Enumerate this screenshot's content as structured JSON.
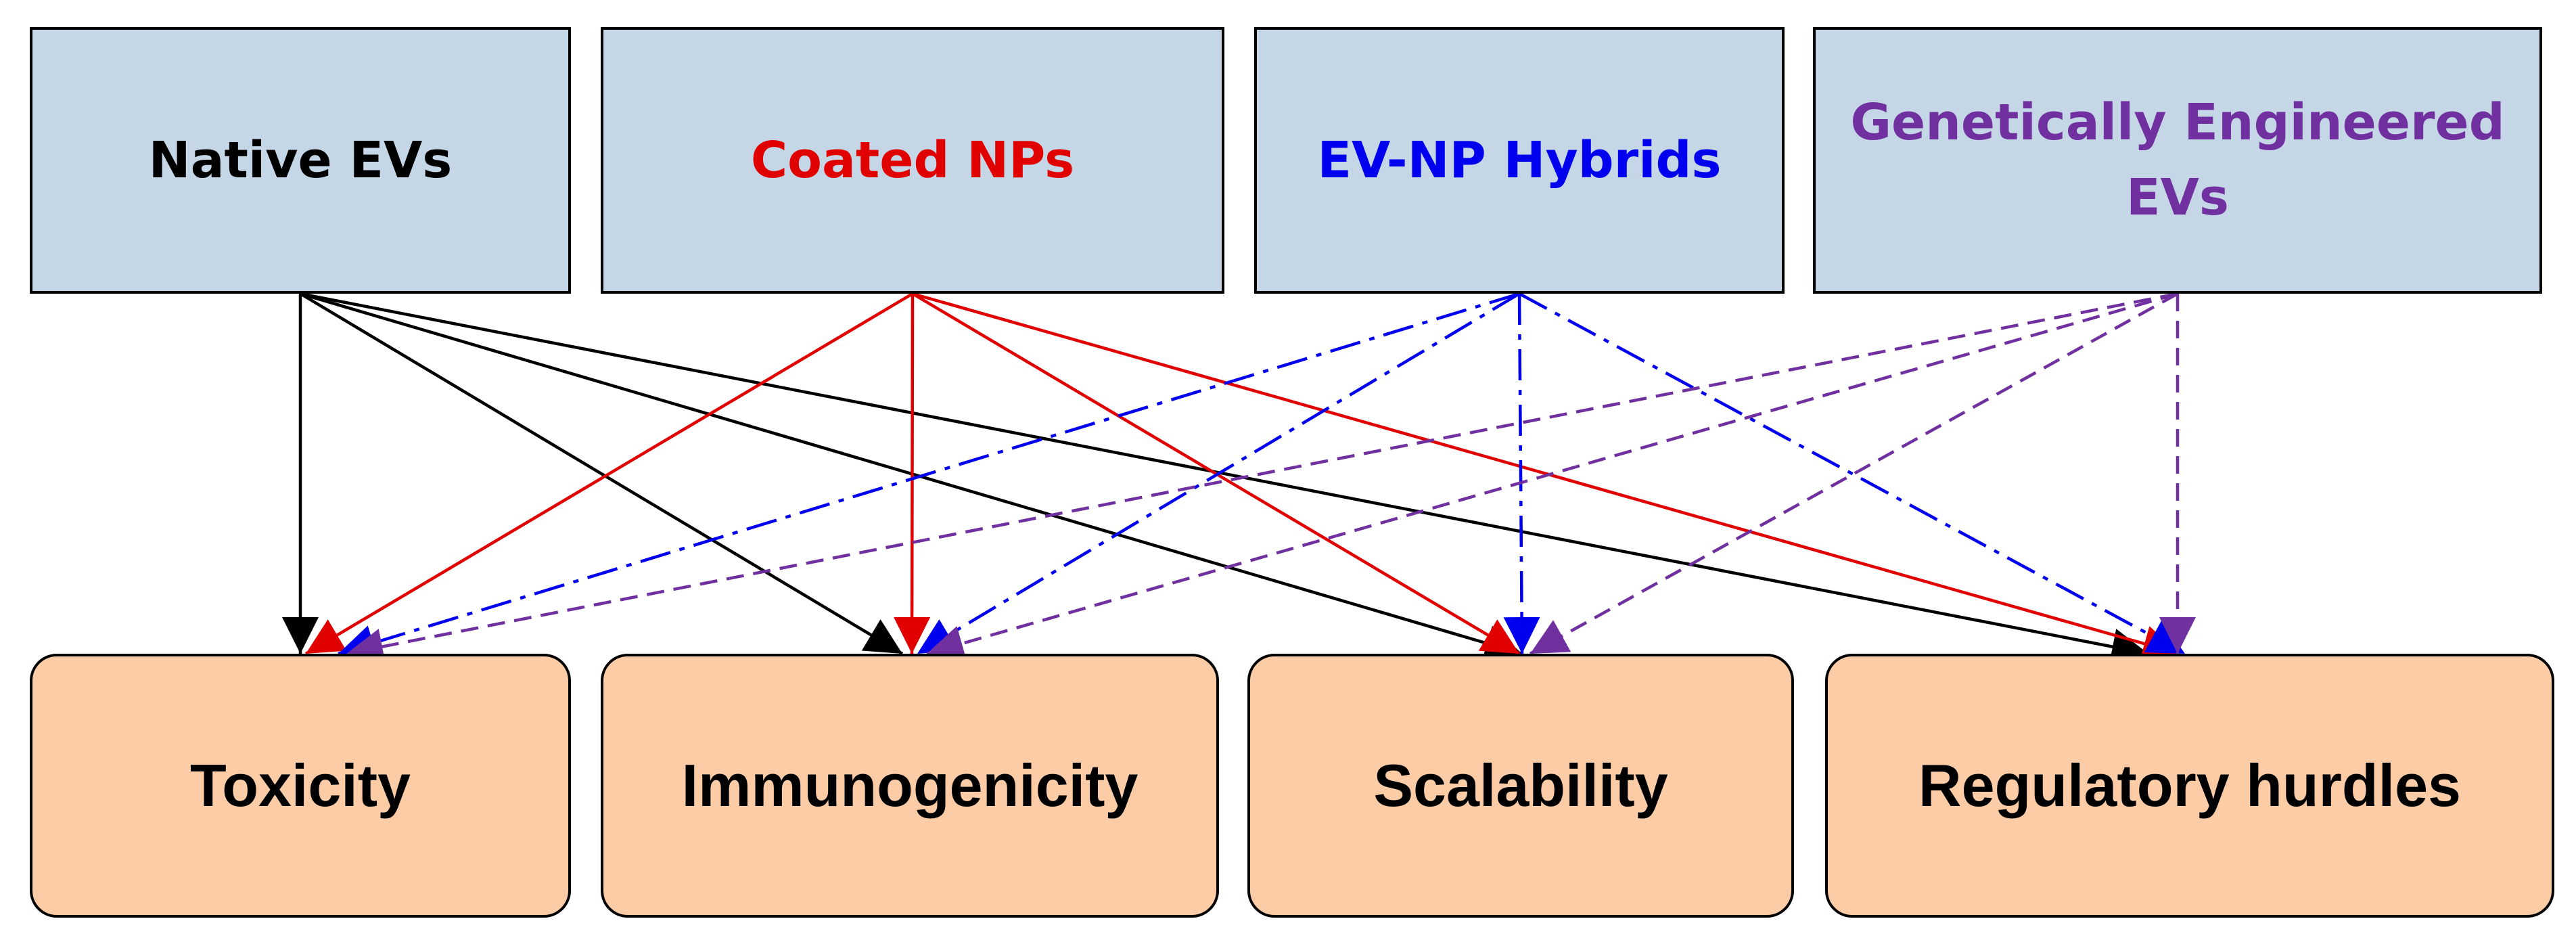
{
  "sources": [
    {
      "id": "native",
      "label": "Native EVs",
      "color": "#000000",
      "line_style": "solid"
    },
    {
      "id": "coated",
      "label": "Coated NPs",
      "color": "#e00000",
      "line_style": "solid"
    },
    {
      "id": "hybrid",
      "label": "EV-NP Hybrids",
      "color": "#0000ee",
      "line_style": "dash-dot"
    },
    {
      "id": "genetic",
      "label": "Genetically Engineered EVs",
      "color": "#7030a0",
      "line_style": "dashed"
    }
  ],
  "targets": [
    {
      "id": "tox",
      "label": "Toxicity"
    },
    {
      "id": "imm",
      "label": "Immunogenicity"
    },
    {
      "id": "scal",
      "label": "Scalability"
    },
    {
      "id": "reg",
      "label": "Regulatory hurdles"
    }
  ],
  "edges": [
    {
      "from": "native",
      "to": [
        "tox",
        "imm",
        "scal",
        "reg"
      ]
    },
    {
      "from": "coated",
      "to": [
        "tox",
        "imm",
        "scal",
        "reg"
      ]
    },
    {
      "from": "hybrid",
      "to": [
        "tox",
        "imm",
        "scal",
        "reg"
      ]
    },
    {
      "from": "genetic",
      "to": [
        "tox",
        "imm",
        "scal",
        "reg"
      ]
    }
  ],
  "colors": {
    "source_fill": "#c5d6e6",
    "target_fill": "#fccca6",
    "border": "#000000"
  }
}
